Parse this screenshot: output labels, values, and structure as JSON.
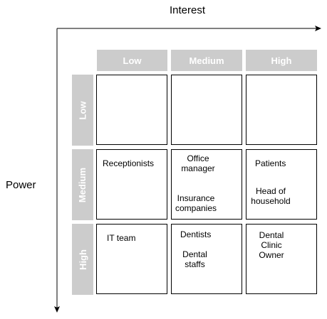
{
  "axes": {
    "x_label": "Interest",
    "y_label": "Power"
  },
  "columns": [
    "Low",
    "Medium",
    "High"
  ],
  "rows": [
    "Low",
    "Medium",
    "High"
  ],
  "cells": {
    "medium_low": [
      "Receptionists"
    ],
    "medium_medium": [
      "Office\nmanager",
      "Insurance\ncompanies"
    ],
    "medium_high": [
      "Patients",
      "Head of\nhousehold"
    ],
    "high_low": [
      "IT team"
    ],
    "high_medium": [
      "Dentists",
      "Dental\nstaffs"
    ],
    "high_high": [
      "Dental\nClinic\nOwner"
    ]
  },
  "colors": {
    "header_fill": "#cccccc",
    "header_text": "#ffffff",
    "line": "#000000"
  }
}
